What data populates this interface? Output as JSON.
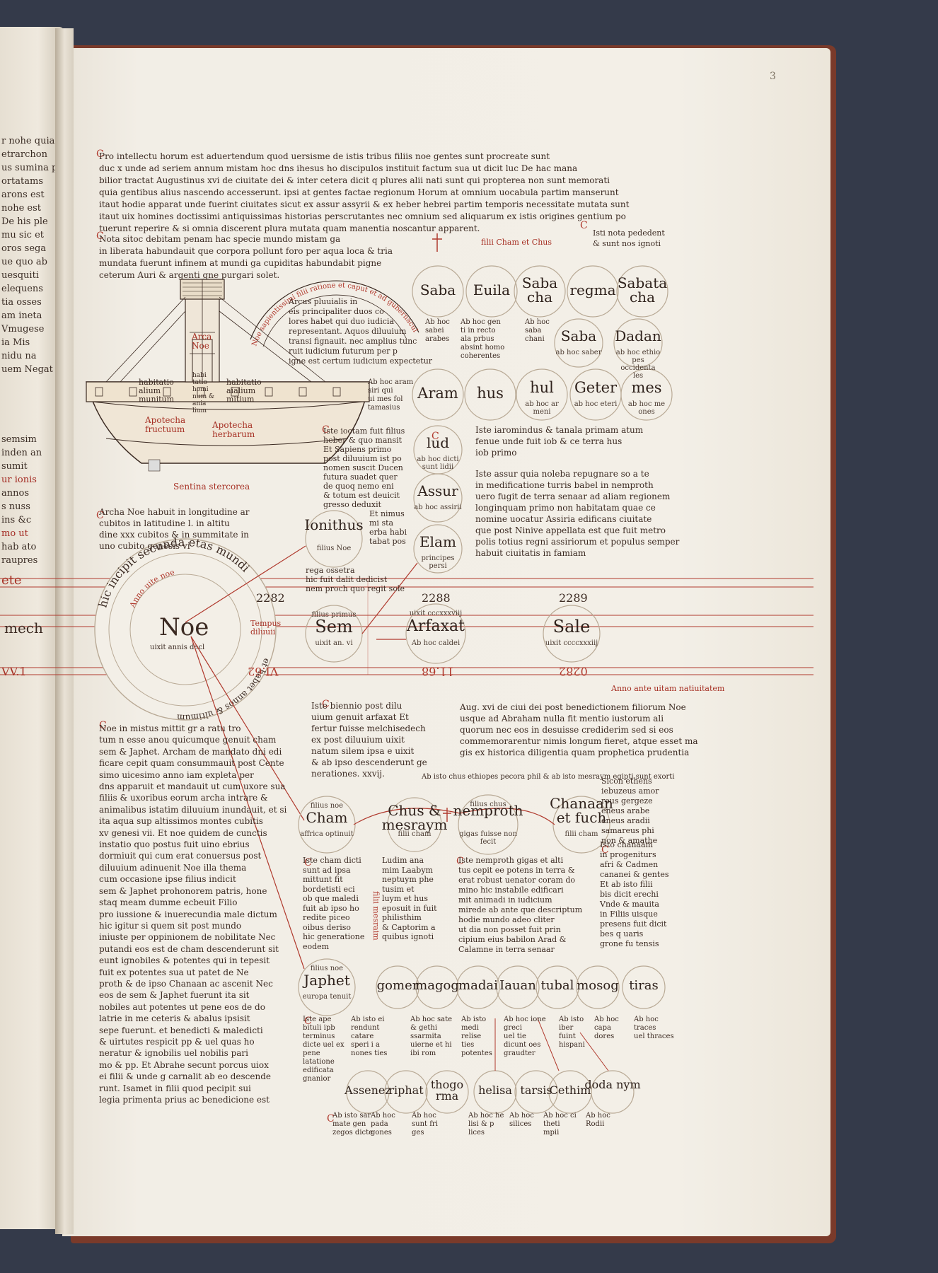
{
  "folio": "3",
  "left_margin_lines": [
    "r nohe quia",
    "etrarchon",
    "us sumina p",
    "ortatams",
    "arons est",
    "nohe est",
    "De his ple",
    "mu sic et",
    "oros sega",
    "ue quo ab",
    "uesquiti",
    "elequens",
    "tia osses",
    "am ineta",
    "Vmugese",
    "ia Mis",
    "nidu na",
    "uem Negat"
  ],
  "left_margin_lower": [
    "semsim",
    "inden an",
    "sumit",
    "ur ionis",
    "annos",
    "s nuss",
    "ins &c",
    "mo ut",
    "hab ato",
    "raupres"
  ],
  "intro_text": [
    "Pro intellectu horum est aduertendum quod uersisme de istis tribus filiis noe gentes sunt procreate sunt ",
    "duc x unde ad seriem annum mistam hoc dns ihesus ho discipulos instituit factum sua ut dicit luc De hac mana",
    "bilior tractat Augustinus xvi de ciuitate dei & inter cetera dicit q plures alii nati sunt qui propterea non sunt memorati",
    "quia gentibus alius nascendo accesserunt. ipsi at gentes factae regionum Horum at omnium uocabula partim manserunt",
    "itaut hodie apparat unde fuerint ciuitates sicut ex assur assyrii & ex heber hebrei partim temporis necessitate mutata sunt",
    "itaut uix homines doctissimi antiquissimas historias perscrutantes nec omnium sed aliquarum ex istis origines gentium po",
    "tuerunt reperire & si omnia discerent plura mutata quam manentia noscantur apparent."
  ],
  "nota_text": [
    "Nota sitoc debitam penam hac specie mundo mistam ga",
    "in liberata habundauit que corpora pollunt foro per aqua loca & tria",
    "mundata fuerunt infinem at mundi ga cupiditas habundabit pigne",
    "ceterum Auri & argenti gne purgari solet."
  ],
  "istis_note": [
    "Isti nota pededent",
    "& sunt nos ignoti"
  ],
  "filii_cham_label": "filii Cham et Chus",
  "ark": {
    "top_label": [
      "Arca",
      "Noe"
    ],
    "left_room": [
      "habitatio",
      "alium",
      "munitum"
    ],
    "mid_room": [
      "habi",
      "tatio",
      "homi",
      "num &",
      "ania",
      "lium"
    ],
    "right_room": [
      "habitatio",
      "aialium",
      "mitium"
    ],
    "apotheca_left": [
      "Apotecha",
      "fructuum"
    ],
    "apotheca_right": [
      "Apotecha",
      "herbarum"
    ],
    "bottom": "Sentina stercorea",
    "arc_text": "Noe sapientissimi filii ratione et caput et ad gubernaculum",
    "arcus_text": [
      "Arcus pluuialis in",
      "eis principaliter duos co",
      "lores habet qui duo iudicia",
      "representant. Aquos diluuium",
      "transi fignauit. nec amplius tunc",
      "ruit iudicium futurum per p",
      "igne est certum iudicium expectetur"
    ],
    "caption": [
      "Archa Noe habuit in longitudine ar",
      "cubitos in latitudine l. in altitu",
      "dine xxx cubitos & in summitate in",
      "uno cubito genesis vi"
    ]
  },
  "cham_line1": [
    {
      "name": "Saba",
      "sub": [
        "Ab hoc",
        "sabei",
        "arabes"
      ]
    },
    {
      "name": "Euila",
      "sub": [
        "Ab hoc gen",
        "ti in recto",
        "ala prbus",
        "absint homo",
        "coherentes"
      ]
    },
    {
      "name": "Saba cha",
      "sub": [
        "Ab hoc",
        "saba",
        "chani"
      ]
    },
    {
      "name": "regma",
      "sub": []
    },
    {
      "name": "Sabata cha",
      "sub": []
    }
  ],
  "cham_line2": [
    {
      "name": "Saba",
      "sub": [
        "ab hoc saber"
      ]
    },
    {
      "name": "Dadan",
      "sub": [
        "ab hoc ethio",
        "pes occidenta",
        "les"
      ]
    }
  ],
  "sem_line": [
    {
      "name": "Aram",
      "sub": []
    },
    {
      "name": "hus",
      "sub": []
    },
    {
      "name": "hul",
      "sub": [
        "ab hoc ar",
        "meni"
      ]
    },
    {
      "name": "Geter",
      "sub": [
        "ab hoc eteri"
      ]
    },
    {
      "name": "mes",
      "sub": [
        "ab hoc me",
        "ones"
      ]
    }
  ],
  "aram_note": [
    "Ab hoc aram",
    "siri qui",
    "ui mes fol",
    "tamasius"
  ],
  "lud": {
    "name": "lud",
    "sub": "ab hoc dicti sunt lidii"
  },
  "assur": {
    "name": "Assur",
    "sub": "ab hoc assirii"
  },
  "elam": {
    "name": "Elam",
    "sub": "principes persi"
  },
  "ionitus": {
    "name": "Ionithus",
    "sub": "filius Noe"
  },
  "isteioctan_text": [
    "Iste ioctam fuit filius",
    "heber & quo mansit",
    "Et Sapiens primo",
    "post diluuium ist po",
    "nomen suscit Ducen",
    "futura suadet quer",
    "de quoq nemo eni",
    "& totum est deuicit",
    "gresso deduxit",
    "Et nimus",
    "mi sta",
    "erba habi",
    "tabat pos",
    "rega ossetra",
    "hic fuit dalit dedicist",
    "nem proch quo regit sole"
  ],
  "hus_note": [
    "Iste iaromindus & tanala primam atum",
    "fenue unde fuit iob & ce terra hus",
    "iob primo"
  ],
  "assur_note": [
    "Iste assur quia noleba repugnare so a te",
    "in medificatione turris babel in nemproth",
    "uero fugit de terra senaar ad aliam regionem",
    "longinquam primo non habitatam quae ce",
    "nomine uocatur Assiria edificans ciuitate",
    "que post Ninive appellata est que fuit metro",
    "polis totius regni assiriorum et populus semper",
    "habuit ciuitatis in famiam"
  ],
  "timeline": {
    "top_numbers": [
      "2282",
      "2288",
      "2289"
    ],
    "bottom_numbers": [
      "VI.62",
      "11.68",
      "0282"
    ],
    "noe_top": "hic incipit secunda etas mundi",
    "noe_left": "Anno uite noe",
    "noe_ring": "Tempus diluuii",
    "noe_name": "Noe",
    "noe_sub": "uixit annis decl",
    "noe_bottom": "et habet annos & ultimum",
    "tempus": [
      "Tempus",
      "diluuii"
    ],
    "sem": {
      "name": "Sem",
      "sub_top": "filius primus",
      "sub": "uixit an. vi"
    },
    "arfaxat": {
      "name": "Arfaxat",
      "sub_top": "uixit cccxxxviij",
      "sub": "Ab hoc caldei"
    },
    "sale": {
      "name": "Sale",
      "sub": "uixit ccccxxxiij"
    },
    "left_edge_top": "ete",
    "left_edge_mid": "mech",
    "left_edge_bottom": "VV.1"
  },
  "anno_note": "Anno ante uitam natiuitatem",
  "noe_story": [
    "Noe in mistus mittit gr a ratu tro",
    "tum n esse anou quicumque genuit cham",
    "sem & Japhet. Archam de mandato dni edi",
    "ficare cepit quam consummauit post Cente",
    "simo uicesimo anno iam expleta per",
    "dns apparuit et mandauit ut cum uxore sua",
    "filiis & uxoribus eorum archa intrare &",
    "animalibus istatim diluuium inundauit, et si",
    "ita aqua sup altissimos montes cubitis",
    "xv genesi vii. Et noe quidem de cunctis",
    "instatio quo postus fuit uino ebrius",
    "dormiuit qui cum erat conuersus post",
    "diluuium adinuenit Noe illa thema",
    "cum occasione ipse filius indicit",
    "sem & Japhet prohonorem patris, hone",
    "staq meam dumme ecbeuit Filio",
    "pro iussione & inuerecundia male dictum",
    "hic igitur si quem sit post mundo",
    "iniuste per oppinionem de nobilitate Nec",
    "putandi eos est de cham descenderunt sit",
    "eunt ignobiles & potentes qui in tepesit",
    "fuit ex potentes sua ut patet de Ne",
    "proth & de ipso Chanaan ac ascenit Nec",
    "eos de sem & Japhet fuerunt ita sit",
    "nobiles aut potentes ut pene eos de do",
    "latrie in me ceteris & abalus ipsisit",
    "sepe fuerunt. et benedicti & maledicti",
    "& uirtutes respicit pp & uel quas ho",
    "neratur & ignobilis uel nobilis pari",
    "mo & pp. Et Abrahe secunt porcus uiox",
    "ei filii & unde g carnalit ab eo descende",
    "runt. Isamet in filii quod pecipit sui",
    "legia primenta prius ac benedicione est"
  ],
  "arfaxat_note": [
    "Iste biennio post dilu",
    "uium genuit arfaxat Et",
    "fertur fuisse melchisedech",
    "ex post diluuium uixit",
    "natum silem ipsa e uixit",
    "& ab ipso descenderunt ge",
    "nerationes. xxvij."
  ],
  "anno_xvi_note": [
    "Aug. xvi de ciui dei post benedictionem filiorum Noe",
    "usque ad Abraham nulla fit mentio iustorum ali",
    "quorum nec eos in desuisse crediderim sed si eos",
    "commemorarentur nimis longum fieret, atque esset ma",
    "gis ex historica diligentia quam prophetica prudentia"
  ],
  "abisto_chus": "Ab isto chus ethiopes pecora phil & ab isto mesraym egipti sunt exorti",
  "sicon_note": [
    "Sicon ethens",
    "iebuzeus amor",
    "reus gergeze",
    "eneus arabe",
    "eneus aradii",
    "samareus phi",
    "non & amathe"
  ],
  "cham_line": [
    {
      "name": "Cham",
      "sub_top": "filius noe",
      "sub": "affrica optinuit"
    },
    {
      "name": "Chus & mesraym",
      "sub": "filii cham"
    },
    {
      "name": "nemproth",
      "sub_top": "filius chus",
      "sub": "gigas fuisse non fecit"
    },
    {
      "name": "Chanaan et fuch",
      "sub": "filii cham"
    }
  ],
  "cham_notes": [
    [
      "Iste cham dicti",
      "sunt ad ipsa",
      "mittunt fit",
      "bordetisti eci",
      "ob que maledi",
      "fuit ab ipso ho",
      "redite piceo",
      "oibus deriso",
      "hic generatione",
      "eodem"
    ],
    [
      "Ludim ana",
      "mim Laabym",
      "neptuym phe",
      "tusim et",
      "luym et hus",
      "eposuit in fuit",
      "philisthim",
      "& Captorim a",
      "quibus ignoti"
    ],
    [
      "Iste nemproth gigas et alti",
      "tus cepit ee potens in terra &",
      "erat robust uenator coram do",
      "mino hic instabile edificari",
      "mit animadi in iudicium",
      "mirede ab ante que descriptum",
      "hodie mundo adeo cliter",
      "ut dia non posset fuit prin",
      "cipium eius babilon Arad &",
      "Calamne in terra senaar"
    ],
    [
      "Isto chanaam",
      "in progeniturs",
      "afri & Cadmen",
      "cananei & gentes",
      "Et ab isto filii",
      "bis dicit erechi",
      "Vnde & mauita",
      "in Filiis uisque",
      "presens fuit dicit",
      "bes q uaris",
      "grone fu tensis"
    ]
  ],
  "mesraym_vert": "filii mesraim",
  "japhet_line": [
    {
      "name": "Japhet",
      "sub_top": "filius noe",
      "sub": "europa tenuit"
    },
    {
      "name": "gomer",
      "sub": ""
    },
    {
      "name": "magog",
      "sub": ""
    },
    {
      "name": "madai",
      "sub": ""
    },
    {
      "name": "Iauan",
      "sub": ""
    },
    {
      "name": "tubal",
      "sub": ""
    },
    {
      "name": "mosog",
      "sub": ""
    },
    {
      "name": "tiras",
      "sub": ""
    }
  ],
  "japhet_notes": [
    [
      "Iste ape",
      "bituli ipb",
      "terminus",
      "dicte uel ex",
      "pene",
      "latatione",
      "edificata",
      "gnanior"
    ],
    [
      "Ab isto ei",
      "rendunt",
      "catare",
      "speri i a",
      "nones ties"
    ],
    [
      "Ab hoc sate",
      "& gethi",
      "ssarmita",
      "uierne et hi",
      "ibi rom"
    ],
    [
      "Ab isto",
      "medi",
      "relise",
      "ties",
      "potentes"
    ],
    [
      "Ab hoc ione",
      "greci",
      "uel tie",
      "dicunt oes",
      "graudter"
    ],
    [
      "Ab isto",
      "iber",
      "fuint",
      "hispani"
    ],
    [
      "Ab hoc",
      "capa",
      "dores"
    ],
    [
      "Ab hoc",
      "traces",
      "uel thraces"
    ]
  ],
  "gomer_sons": [
    {
      "name": "Assenez"
    },
    {
      "name": "riphat"
    },
    {
      "name": "thogo rma"
    },
    {
      "name": "helisa"
    },
    {
      "name": "tarsis"
    },
    {
      "name": "Cethim"
    },
    {
      "name": "doda nym"
    }
  ],
  "gomer_notes": [
    [
      "Ab isto sar",
      "mate gen",
      "zegos dicte"
    ],
    [
      "Ab hoc",
      "pada",
      "gones"
    ],
    [
      "Ab hoc",
      "sunt fri",
      "ges"
    ],
    [
      "Ab hoc he",
      "lisi & p",
      "lices"
    ],
    [
      "Ab hoc",
      "silices"
    ],
    [
      "Ab hoc ci",
      "theti",
      "mpii"
    ],
    [
      "Ab hoc",
      "Rodii"
    ]
  ]
}
